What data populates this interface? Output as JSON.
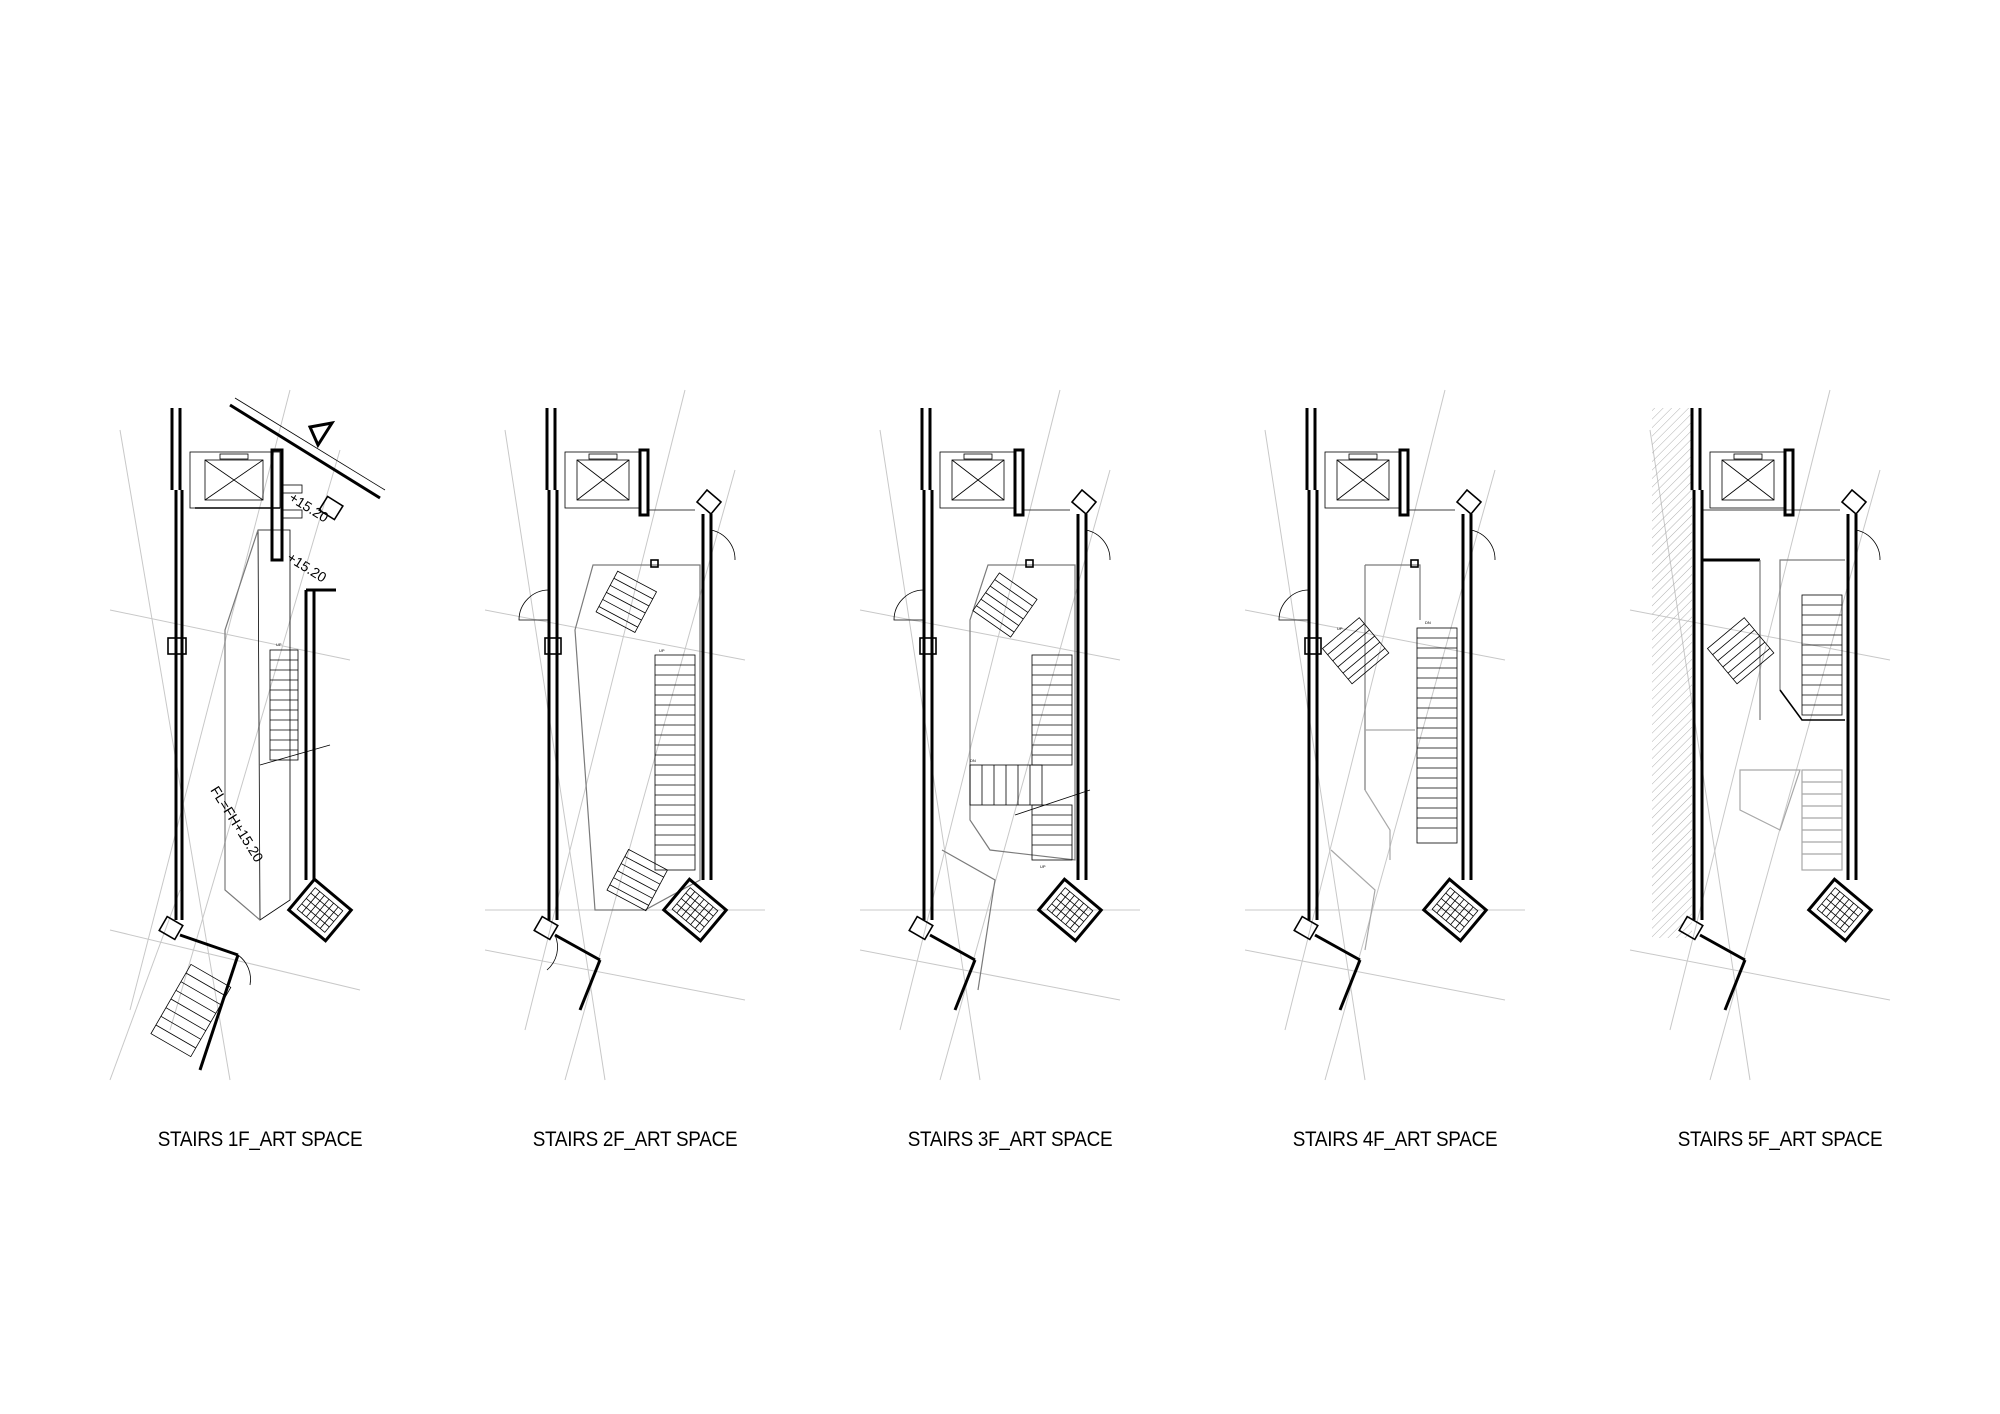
{
  "figure": {
    "panels": [
      {
        "id": "1f",
        "caption": "STAIRS 1F_ART SPACE",
        "annotations": [
          "+15.20",
          "+15.20",
          "FL=FH+15.20",
          "UP"
        ]
      },
      {
        "id": "2f",
        "caption": "STAIRS 2F_ART SPACE",
        "annotations": [
          "UP"
        ]
      },
      {
        "id": "3f",
        "caption": "STAIRS 3F_ART SPACE",
        "annotations": [
          "DN",
          "UP"
        ]
      },
      {
        "id": "4f",
        "caption": "STAIRS 4F_ART SPACE",
        "annotations": [
          "UP",
          "DN"
        ]
      },
      {
        "id": "5f",
        "caption": "STAIRS 5F_ART SPACE",
        "annotations": []
      }
    ]
  }
}
